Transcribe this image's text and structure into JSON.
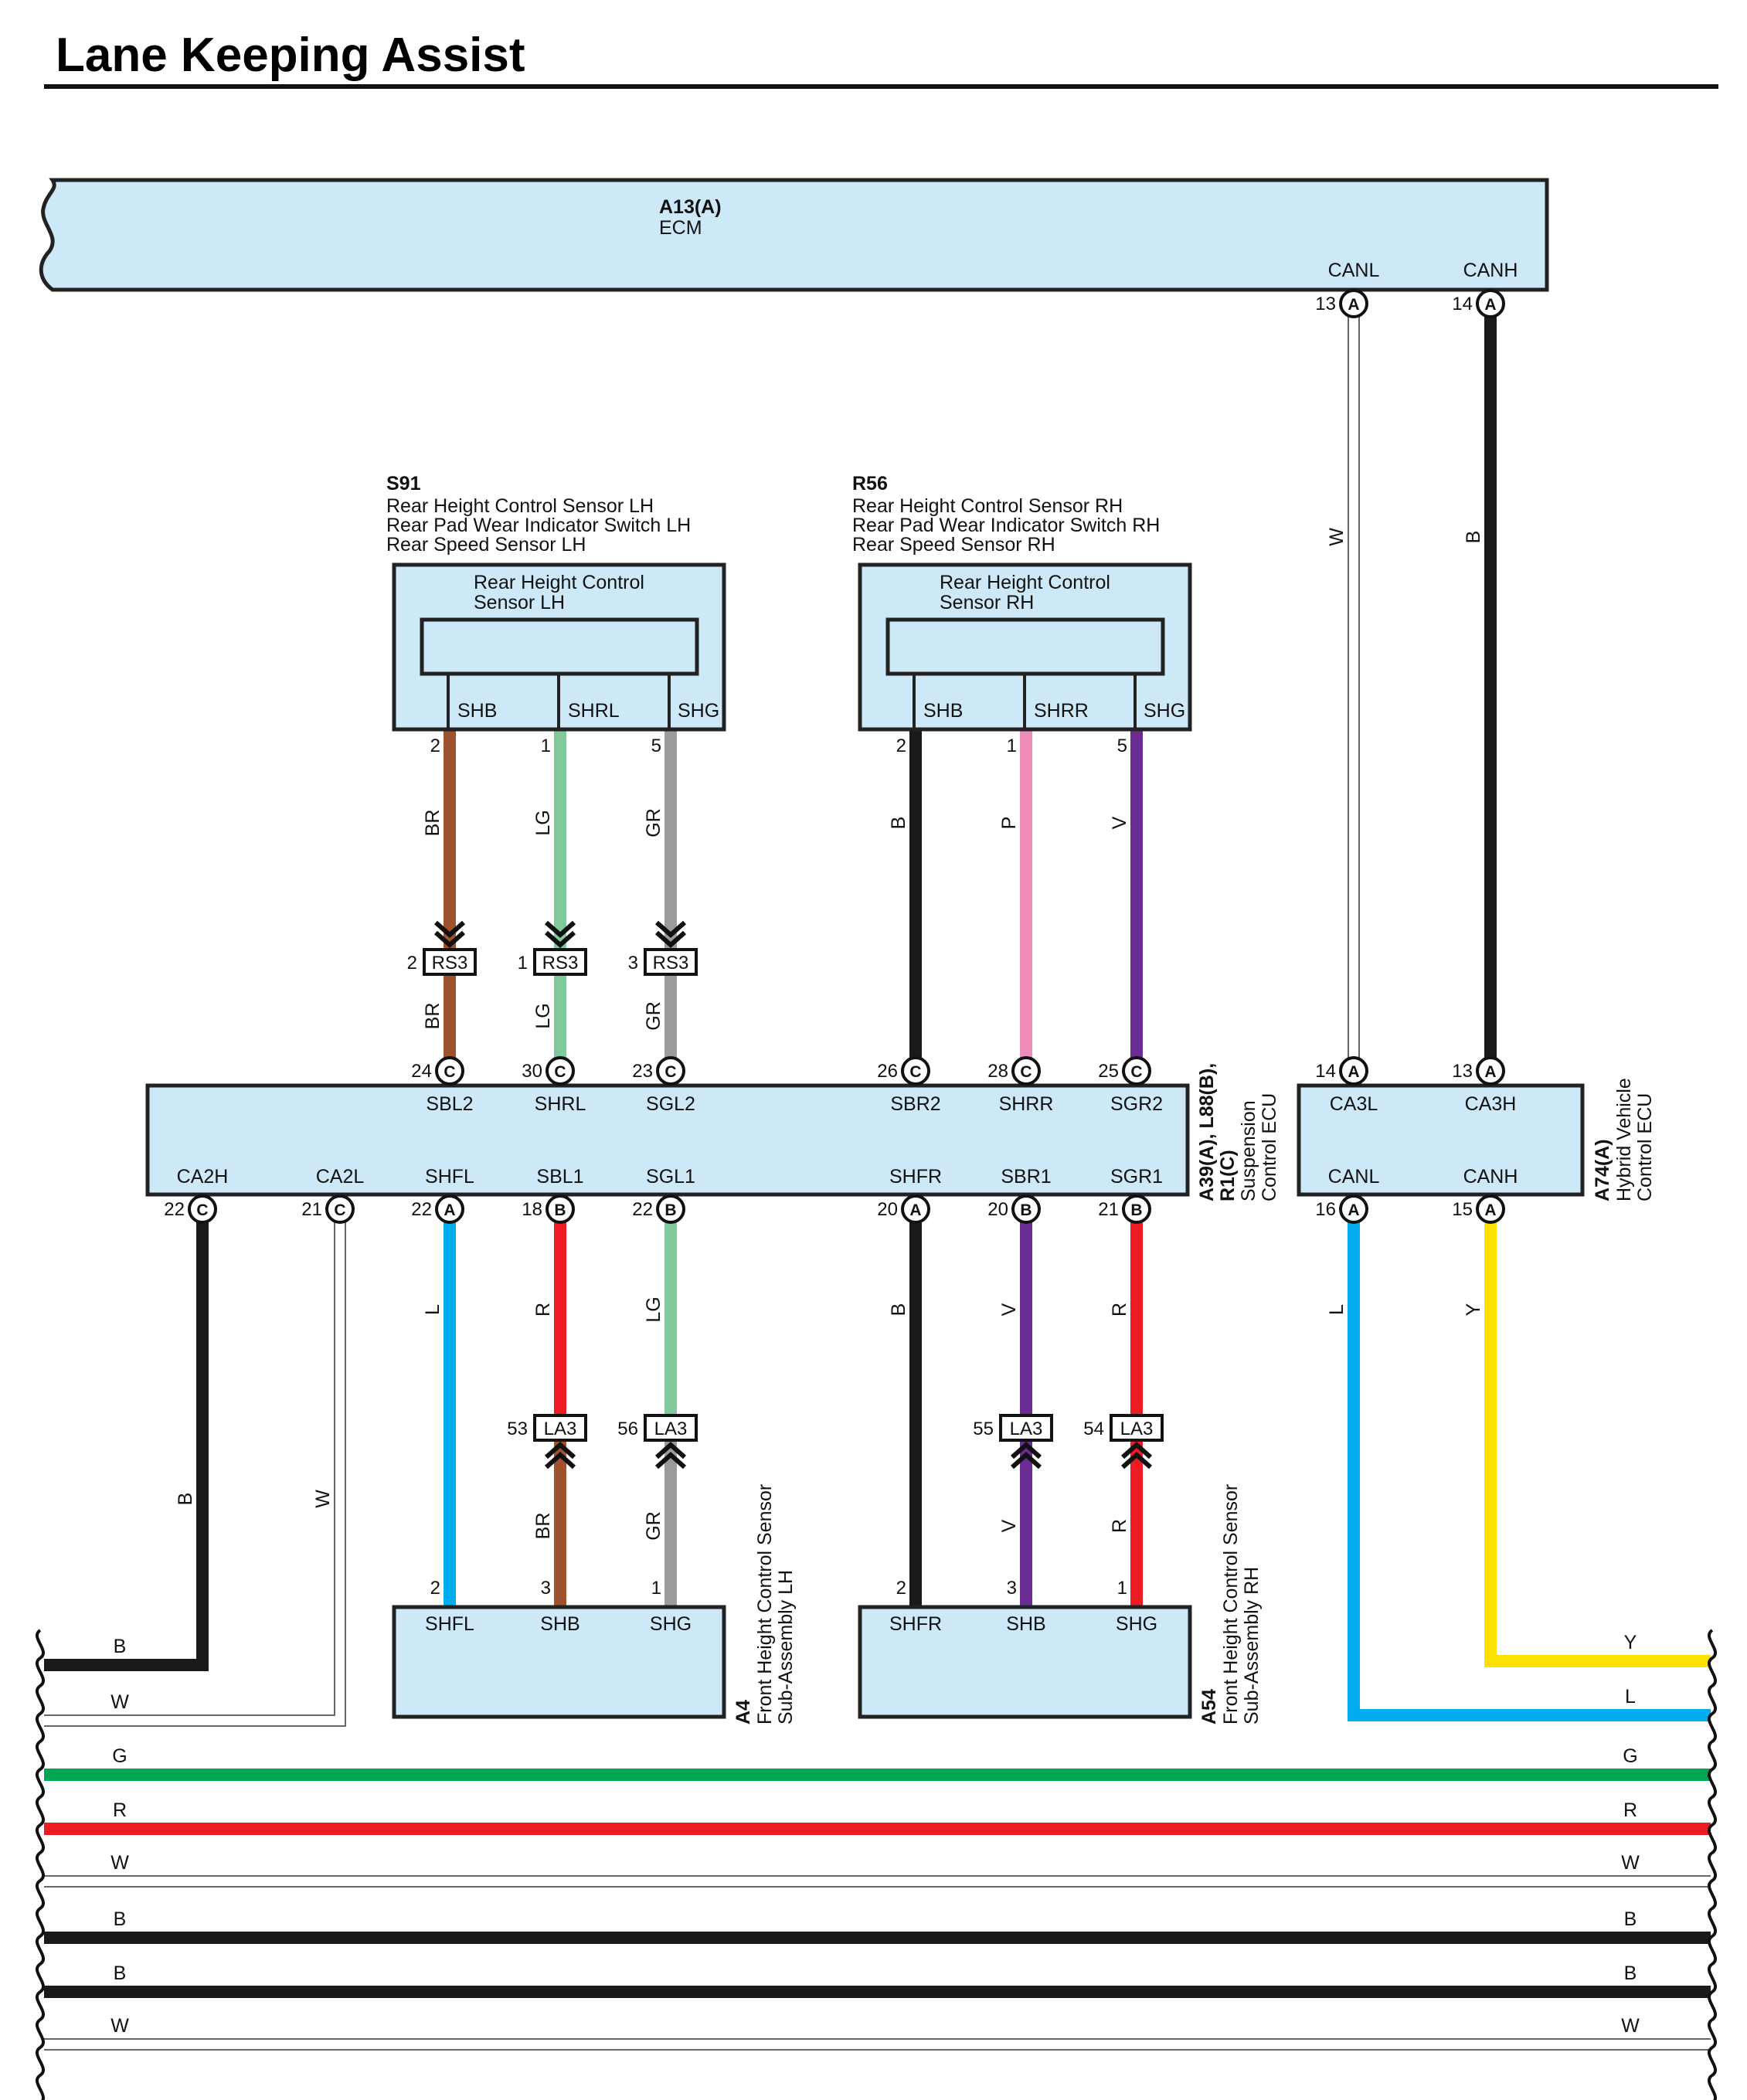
{
  "title": "Lane Keeping Assist",
  "colors": {
    "box_fill": "#cde9f8",
    "B": "#1a1a1a",
    "W": "#ffffff",
    "BR": "#a0522d",
    "LG": "#7fc99a",
    "GR": "#9b9b9b",
    "P": "#f08cba",
    "V": "#6a2c91",
    "L": "#00aeef",
    "R": "#ed1c24",
    "G": "#00a651",
    "Y": "#ffe100"
  },
  "ecm": {
    "id": "A13(A)",
    "name": "ECM",
    "pins": [
      {
        "label": "CANL",
        "num": "13",
        "term": "A"
      },
      {
        "label": "CANH",
        "num": "14",
        "term": "A"
      }
    ]
  },
  "ecm_wires": [
    {
      "color": "W"
    },
    {
      "color": "B"
    }
  ],
  "s91": {
    "id": "S91",
    "desc": [
      "Rear Height Control Sensor LH",
      "Rear Pad Wear Indicator Switch LH",
      "Rear Speed Sensor LH"
    ],
    "inner": [
      "Rear Height Control",
      "Sensor LH"
    ],
    "pins": [
      "SHB",
      "SHRL",
      "SHG"
    ],
    "pin_nums": [
      "2",
      "1",
      "5"
    ],
    "wires": [
      "BR",
      "LG",
      "GR"
    ],
    "connector": "RS3",
    "connector_nums": [
      "2",
      "1",
      "3"
    ]
  },
  "r56": {
    "id": "R56",
    "desc": [
      "Rear Height Control Sensor RH",
      "Rear Pad Wear Indicator Switch RH",
      "Rear Speed Sensor RH"
    ],
    "inner": [
      "Rear Height Control",
      "Sensor RH"
    ],
    "pins": [
      "SHB",
      "SHRR",
      "SHG"
    ],
    "pin_nums": [
      "2",
      "1",
      "5"
    ],
    "wires": [
      "B",
      "P",
      "V"
    ]
  },
  "susp_ecu": {
    "id": [
      "A39(A), L88(B),",
      "R1(C)"
    ],
    "name": [
      "Suspension",
      "Control ECU"
    ],
    "top_pins": [
      {
        "label": "SBL2",
        "num": "24",
        "term": "C"
      },
      {
        "label": "SHRL",
        "num": "30",
        "term": "C"
      },
      {
        "label": "SGL2",
        "num": "23",
        "term": "C"
      },
      {
        "label": "SBR2",
        "num": "26",
        "term": "C"
      },
      {
        "label": "SHRR",
        "num": "28",
        "term": "C"
      },
      {
        "label": "SGR2",
        "num": "25",
        "term": "C"
      }
    ],
    "bottom_pins": [
      {
        "label": "CA2H",
        "num": "22",
        "term": "C"
      },
      {
        "label": "CA2L",
        "num": "21",
        "term": "C"
      },
      {
        "label": "SHFL",
        "num": "22",
        "term": "A"
      },
      {
        "label": "SBL1",
        "num": "18",
        "term": "B"
      },
      {
        "label": "SGL1",
        "num": "22",
        "term": "B"
      },
      {
        "label": "SHFR",
        "num": "20",
        "term": "A"
      },
      {
        "label": "SBR1",
        "num": "20",
        "term": "B"
      },
      {
        "label": "SGR1",
        "num": "21",
        "term": "B"
      }
    ]
  },
  "hv_ecu": {
    "id": "A74(A)",
    "name": [
      "Hybrid Vehicle",
      "Control ECU"
    ],
    "top_pins": [
      {
        "label": "CA3L",
        "num": "14",
        "term": "A"
      },
      {
        "label": "CA3H",
        "num": "13",
        "term": "A"
      }
    ],
    "bottom_pins": [
      {
        "label": "CANL",
        "num": "16",
        "term": "A"
      },
      {
        "label": "CANH",
        "num": "15",
        "term": "A"
      }
    ]
  },
  "susp_lower_wires": {
    "upper": [
      "B",
      "W",
      "L",
      "R",
      "LG",
      "B",
      "V",
      "R"
    ],
    "lower": [
      "BR",
      "GR",
      "V",
      "R"
    ],
    "connector": "LA3",
    "connector_nums": [
      "53",
      "56",
      "55",
      "54"
    ]
  },
  "hv_lower_wires": [
    "L",
    "Y"
  ],
  "a4": {
    "id": "A4",
    "name": [
      "Front Height Control Sensor",
      "Sub-Assembly LH"
    ],
    "pins": [
      "SHFL",
      "SHB",
      "SHG"
    ],
    "pin_nums": [
      "2",
      "3",
      "1"
    ]
  },
  "a54": {
    "id": "A54",
    "name": [
      "Front Height Control Sensor",
      "Sub-Assembly RH"
    ],
    "pins": [
      "SHFR",
      "SHB",
      "SHG"
    ],
    "pin_nums": [
      "2",
      "3",
      "1"
    ]
  },
  "bus": {
    "left_labels": [
      "B",
      "W",
      "G",
      "R",
      "W",
      "B",
      "B",
      "W"
    ],
    "right_labels": [
      "Y",
      "L",
      "G",
      "R",
      "W",
      "B",
      "B",
      "W"
    ]
  }
}
